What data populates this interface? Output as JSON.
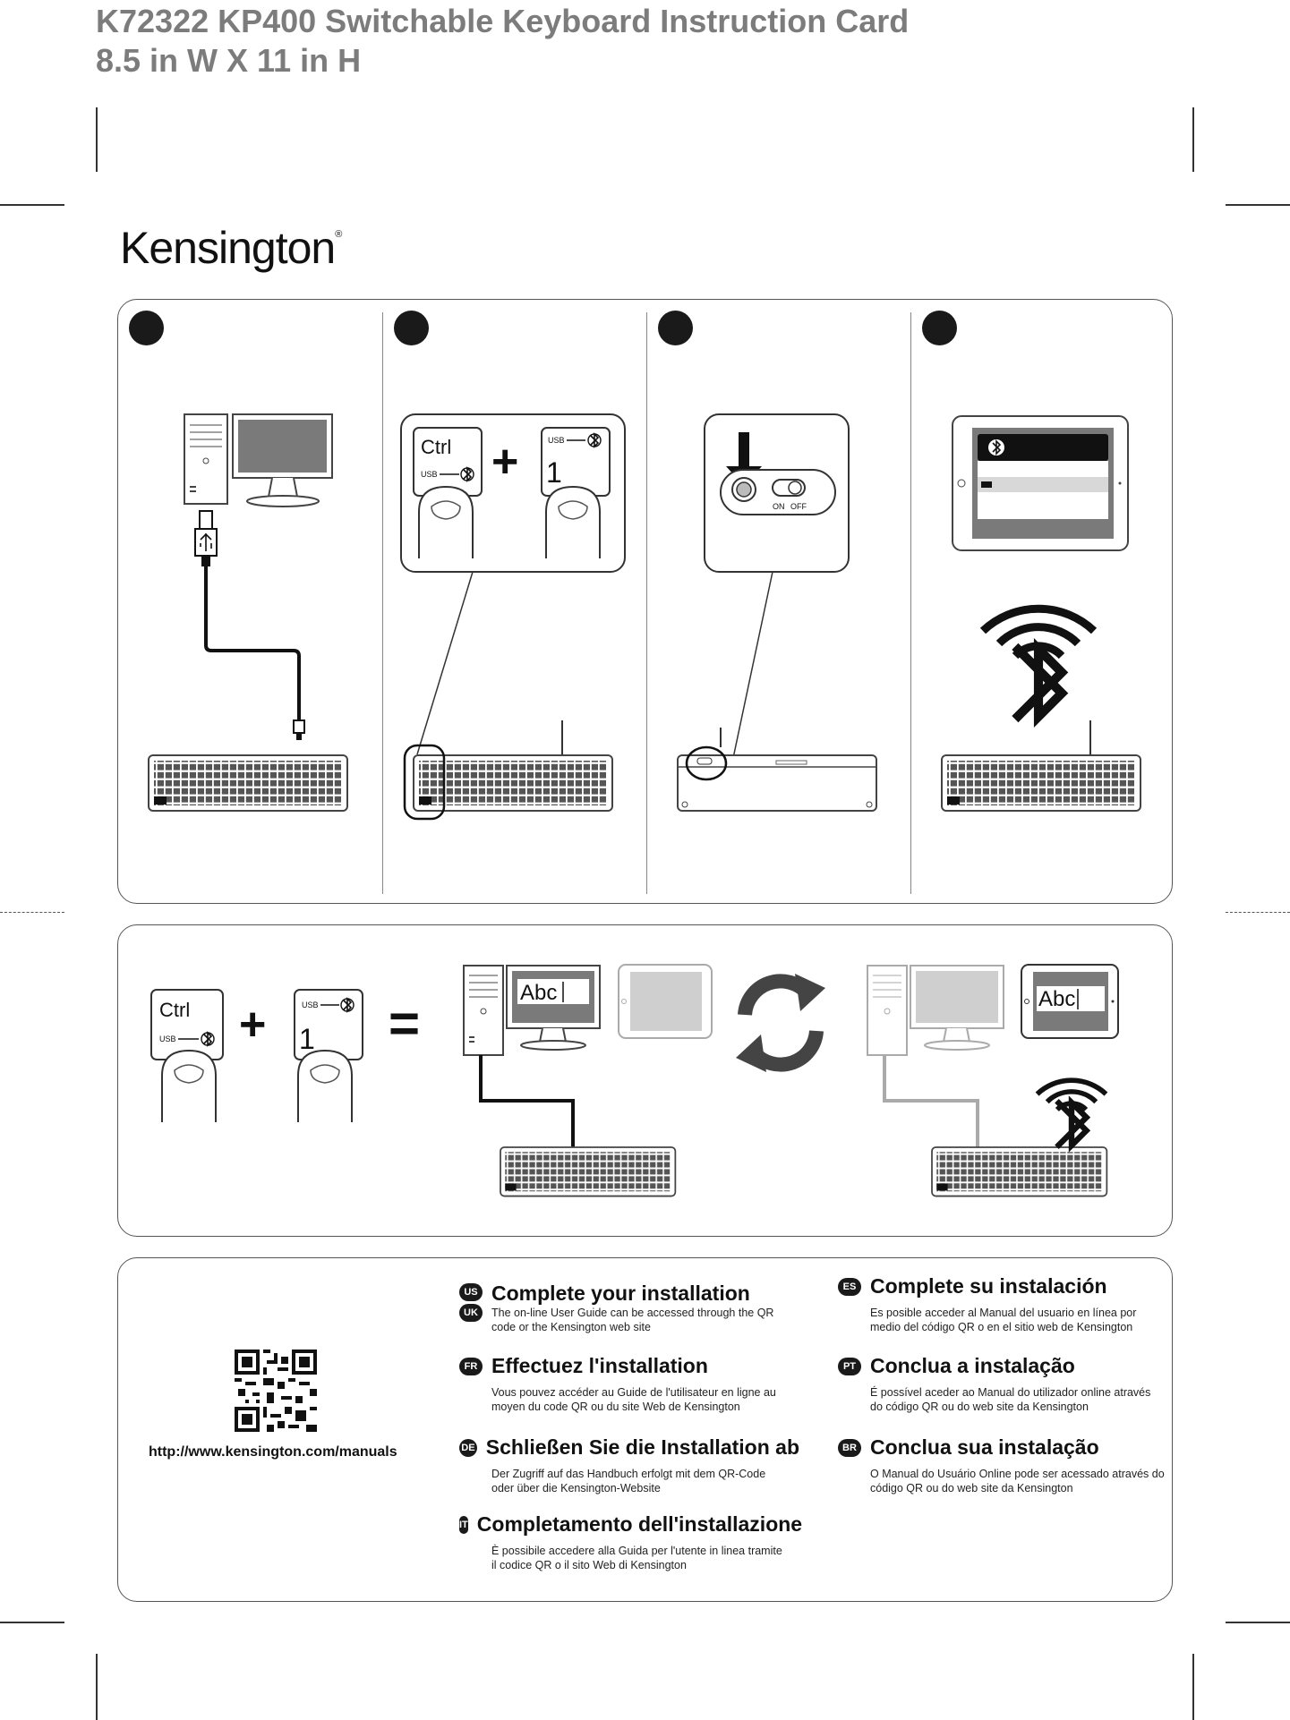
{
  "header": {
    "title_line1": "K72322 KP400 Switchable Keyboard Instruction Card",
    "title_line2": "8.5 in W X 11 in H"
  },
  "brand": {
    "logo": "Kensington",
    "mark": "®"
  },
  "steps": {
    "step2": {
      "ctrl_key": "Ctrl",
      "usb_label": "USB",
      "plus": "+",
      "key_one": "1"
    },
    "step3": {
      "switch_on": "ON",
      "switch_off": "OFF"
    }
  },
  "switching": {
    "ctrl_key": "Ctrl",
    "usb_label": "USB",
    "plus": "+",
    "key_one": "1",
    "equals": "=",
    "screen_text": "Abc"
  },
  "manuals": {
    "url": "http://www.kensington.com/manuals",
    "languages": [
      {
        "codes": [
          "US",
          "UK"
        ],
        "title": "Complete your installation",
        "body": "The on-line User Guide can be accessed through the QR code or the Kensington web site"
      },
      {
        "codes": [
          "ES"
        ],
        "title": "Complete su instalación",
        "body": "Es posible acceder al Manual del usuario en línea por medio del código QR o en el sitio web de Kensington"
      },
      {
        "codes": [
          "FR"
        ],
        "title": "Effectuez l'installation",
        "body": "Vous pouvez accéder au Guide de l'utilisateur en ligne au moyen du code QR ou du site Web de Kensington"
      },
      {
        "codes": [
          "PT"
        ],
        "title": "Conclua a instalação",
        "body": "É possível aceder ao Manual do utilizador online através do código QR ou do web site da Kensington"
      },
      {
        "codes": [
          "DE"
        ],
        "title": "Schließen Sie die Installation ab",
        "body": " Der Zugriff auf das Handbuch erfolgt mit dem QR-Code oder über die Kensington-Website"
      },
      {
        "codes": [
          "BR"
        ],
        "title": "Conclua sua instalação",
        "body": "O Manual do Usuário Online pode ser acessado através do código QR ou do web site da Kensington"
      },
      {
        "codes": [
          "IT"
        ],
        "title": "Completamento dell'installazione",
        "body": "È possibile accedere alla Guida per l'utente in linea tramite il codice QR o il sito Web di Kensington"
      }
    ]
  }
}
